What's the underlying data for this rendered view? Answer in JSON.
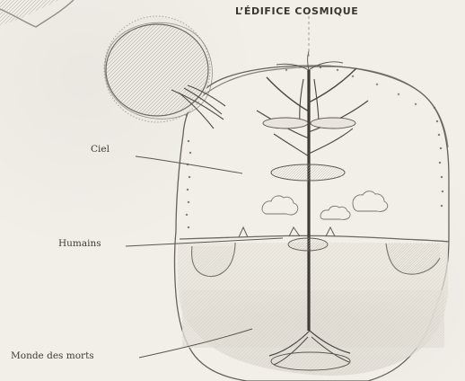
{
  "diagram": {
    "title": "L’ÉDIFICE COSMIQUE",
    "labels": {
      "sky": "Ciel",
      "humans": "Humains",
      "dead_world": "Monde des morts"
    }
  }
}
